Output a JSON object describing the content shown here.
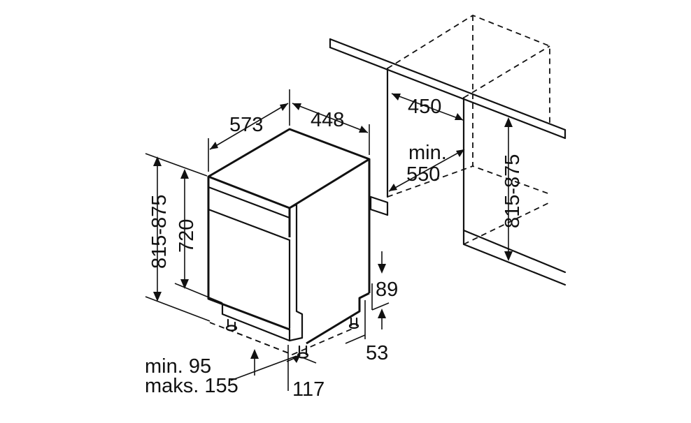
{
  "dimensions": {
    "depth": "573",
    "width": "448",
    "niche_width": "450",
    "niche_depth_min": "min.",
    "niche_depth_value": "550",
    "niche_height": "815-875",
    "total_height": "815-875",
    "body_height": "720",
    "plinth_height": "89",
    "foot_height": "53",
    "adjust_min": "min. 95",
    "adjust_max": "maks. 155",
    "foot_offset": "117"
  }
}
